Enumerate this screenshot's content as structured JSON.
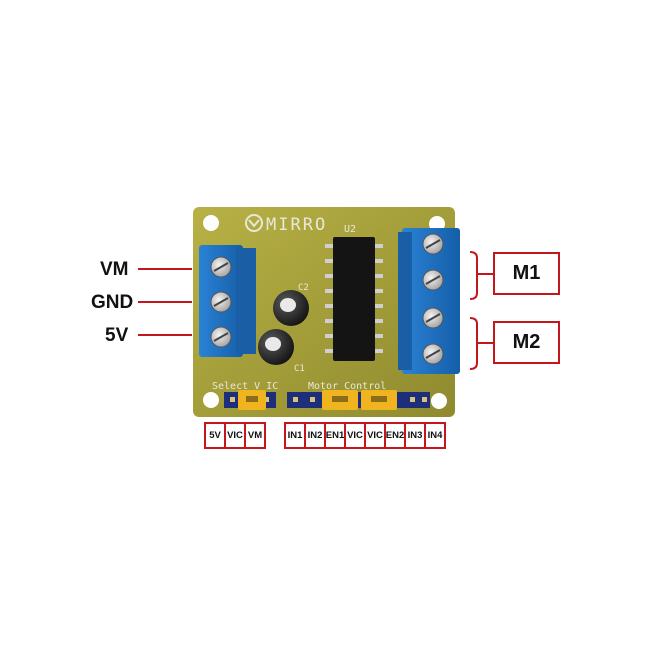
{
  "board": {
    "logo_text": "MIRRO",
    "chip_label": "U2",
    "cap_label_1": "C1",
    "cap_label_2": "C2",
    "silk_select": "Select V IC",
    "silk_motor": "Motor Control"
  },
  "left_labels": [
    "VM",
    "GND",
    "5V"
  ],
  "motor_labels": [
    "M1",
    "M2"
  ],
  "pins_group1": [
    "5V",
    "VIC",
    "VM"
  ],
  "pins_group2": [
    "IN1",
    "IN2",
    "EN1",
    "VIC",
    "VIC",
    "EN2",
    "IN3",
    "IN4"
  ],
  "colors": {
    "pcb": "#a9a238",
    "terminal": "#1b6fc2",
    "chip": "#141414",
    "jumper": "#f0b41e",
    "annotation": "#c4161c"
  }
}
